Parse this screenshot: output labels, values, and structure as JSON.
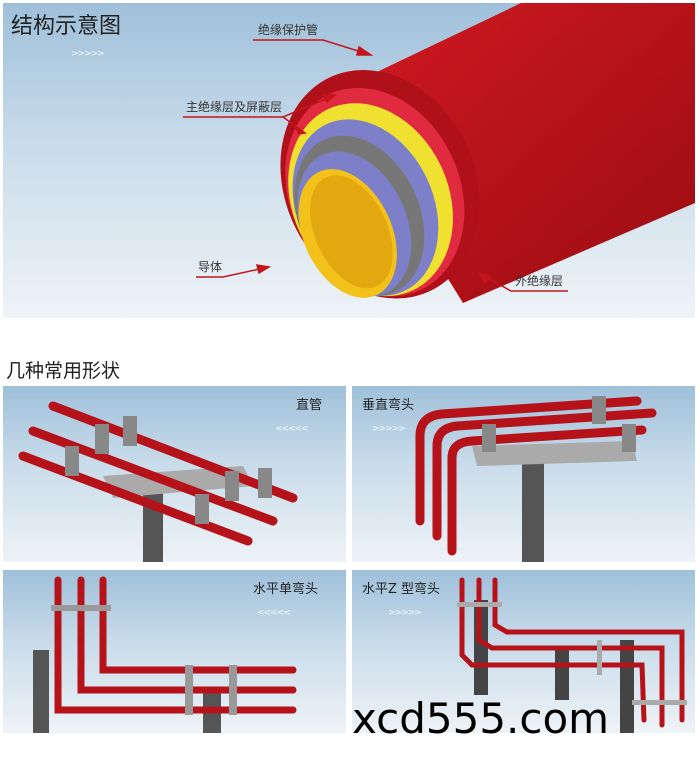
{
  "structure": {
    "title": "结构示意图",
    "labels": {
      "protective_tube": "绝缘保护管",
      "main_insulation": "主绝缘层及屏蔽层",
      "conductor": "导体",
      "outer_insulation": "外绝缘层"
    }
  },
  "shapes": {
    "title": "几种常用形状",
    "items": [
      {
        "label": "直管"
      },
      {
        "label": "垂直弯头"
      },
      {
        "label": "水平单弯头"
      },
      {
        "label": "水平Z 型弯头"
      }
    ]
  },
  "watermark": "xcd555.com",
  "colors": {
    "pipe_red": "#c4141c",
    "conductor_yellow": "#f2c21a",
    "shield_blue": "#7d80c8"
  }
}
